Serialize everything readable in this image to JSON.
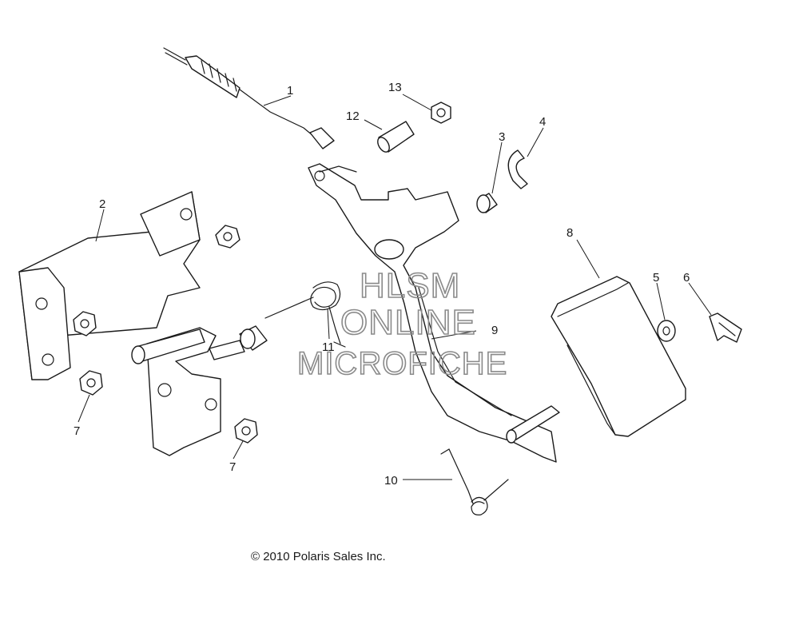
{
  "callouts": {
    "c1": "1",
    "c2": "2",
    "c3": "3",
    "c4": "4",
    "c5": "5",
    "c6": "6",
    "c7a": "7",
    "c7b": "7",
    "c8": "8",
    "c9": "9",
    "c10": "10",
    "c11": "11",
    "c12": "12",
    "c13": "13"
  },
  "watermark": {
    "line1": "HLSM",
    "line2": "ONLINE",
    "line3": "MICROFICHE"
  },
  "copyright": "© 2010 Polaris Sales Inc."
}
